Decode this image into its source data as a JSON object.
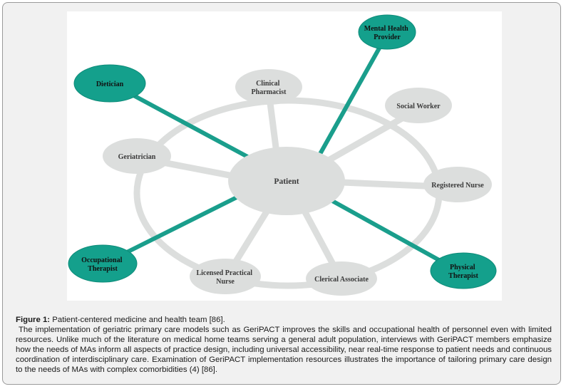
{
  "diagram": {
    "center": "Patient",
    "team_nodes": [
      {
        "id": "clinical-pharmacist",
        "lines": [
          "Clinical",
          "Pharmacist"
        ]
      },
      {
        "id": "social-worker",
        "lines": [
          "Social Worker"
        ]
      },
      {
        "id": "registered-nurse",
        "lines": [
          "Registered Nurse"
        ]
      },
      {
        "id": "clerical-associate",
        "lines": [
          "Clerical Associate"
        ]
      },
      {
        "id": "licensed-practical-nurse",
        "lines": [
          "Licensed Practical",
          "Nurse"
        ]
      },
      {
        "id": "geriatrician",
        "lines": [
          "Geriatrician"
        ]
      }
    ],
    "outer_nodes": [
      {
        "id": "mental-health-provider",
        "lines": [
          "Mental Health",
          "Provider"
        ]
      },
      {
        "id": "dietician",
        "lines": [
          "Dietician"
        ]
      },
      {
        "id": "occupational-therapist",
        "lines": [
          "Occupational",
          "Therapist"
        ]
      },
      {
        "id": "physical-therapist",
        "lines": [
          "Physical",
          "Therapist"
        ]
      }
    ],
    "colors": {
      "team_fill": "#dcdedd",
      "ring": "#dcdedd",
      "accent": "#1a9e8c",
      "accent_fill": "#14a08c"
    }
  },
  "caption": {
    "label": "Figure 1:",
    "title": " Patient-centered medicine and health team [86].",
    "body": "The implementation of geriatric primary care models such as GeriPACT improves the skills and occupational health of personnel even with limited resources. Unlike much of the literature on medical home teams serving a general adult population, interviews with GeriPACT members emphasize how the needs of MAs inform all aspects of practice design, including universal accessibility, near real-time response to patient needs and continuous coordination of interdisciplinary care. Examination of GeriPACT implementation resources illustrates the importance of tailoring primary care design to the needs of MAs with complex comorbidities (4) [86]."
  }
}
